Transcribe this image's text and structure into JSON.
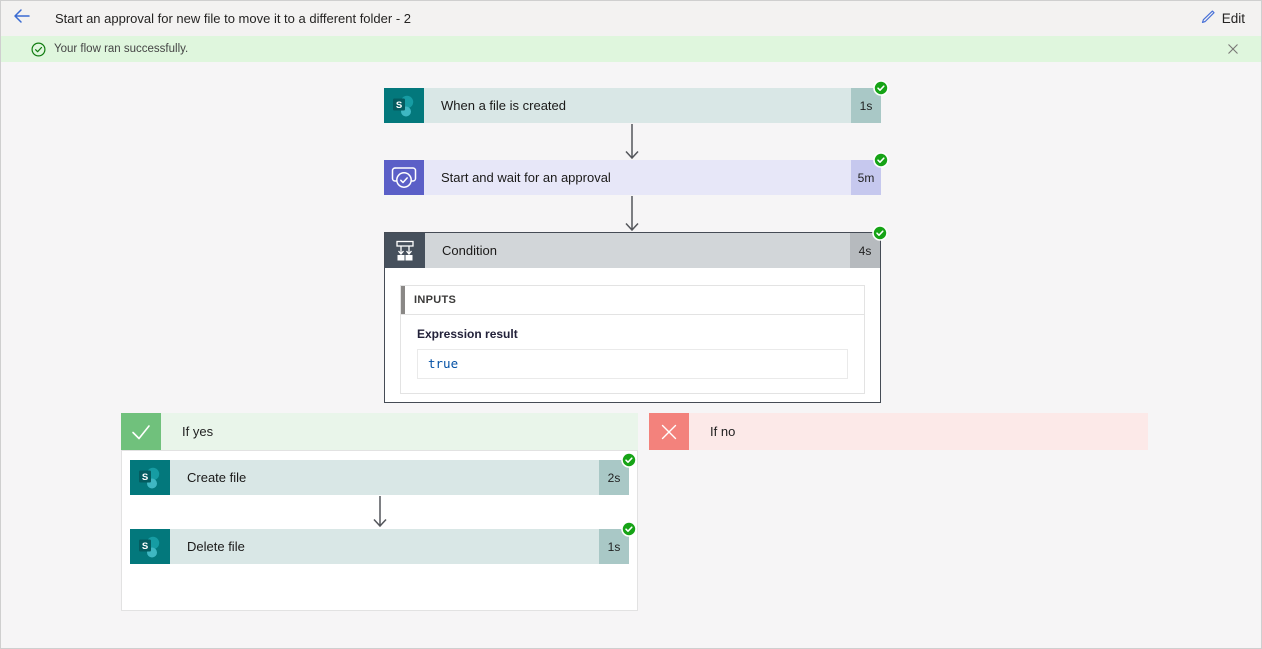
{
  "topbar": {
    "title": "Start an approval for new file to move it to a different folder - 2",
    "edit_label": "Edit"
  },
  "banner": {
    "message": "Your flow ran successfully."
  },
  "flow": {
    "trigger": {
      "title": "When a file is created",
      "duration": "1s",
      "status": "succeeded"
    },
    "approval": {
      "title": "Start and wait for an approval",
      "duration": "5m",
      "status": "succeeded"
    },
    "condition": {
      "title": "Condition",
      "duration": "4s",
      "status": "succeeded",
      "inputs_label": "INPUTS",
      "expression_label": "Expression result",
      "expression_value": "true"
    },
    "branches": {
      "if_yes": {
        "label": "If yes",
        "actions": [
          {
            "title": "Create file",
            "duration": "2s",
            "status": "succeeded"
          },
          {
            "title": "Delete file",
            "duration": "1s",
            "status": "succeeded"
          }
        ]
      },
      "if_no": {
        "label": "If no"
      }
    }
  },
  "colors": {
    "sharepoint_teal": "#03787C",
    "approvals_purple": "#5B5FC7",
    "condition_slate": "#46505C",
    "success_green": "#16A316",
    "if_yes_green": "#70C17C",
    "if_no_red": "#F3827C",
    "banner_green": "#DFF6DD",
    "expression_blue": "#0451A5"
  }
}
